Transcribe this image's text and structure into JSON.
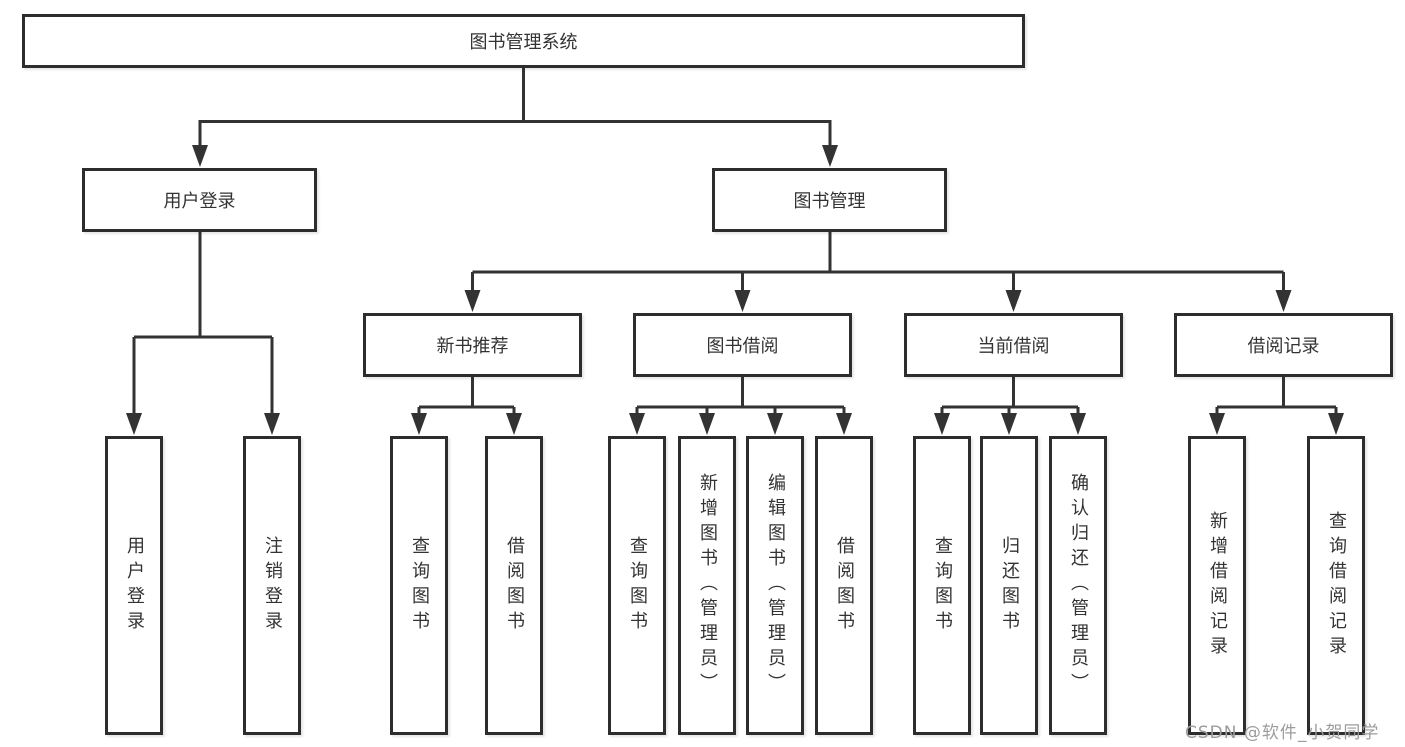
{
  "diagram": {
    "title": "图书管理系统",
    "tree": {
      "root": {
        "label": "图书管理系统",
        "children": [
          {
            "label": "用户登录",
            "children": [
              {
                "label": "用户登录"
              },
              {
                "label": "注销登录"
              }
            ]
          },
          {
            "label": "图书管理",
            "children": [
              {
                "label": "新书推荐",
                "children": [
                  {
                    "label": "查询图书"
                  },
                  {
                    "label": "借阅图书"
                  }
                ]
              },
              {
                "label": "图书借阅",
                "children": [
                  {
                    "label": "查询图书"
                  },
                  {
                    "label": "新增图书（管理员）"
                  },
                  {
                    "label": "编辑图书（管理员）"
                  },
                  {
                    "label": "借阅图书"
                  }
                ]
              },
              {
                "label": "当前借阅",
                "children": [
                  {
                    "label": "查询图书"
                  },
                  {
                    "label": "归还图书"
                  },
                  {
                    "label": "确认归还（管理员）"
                  }
                ]
              },
              {
                "label": "借阅记录",
                "children": [
                  {
                    "label": "新增借阅记录"
                  },
                  {
                    "label": "查询借阅记录"
                  }
                ]
              }
            ]
          }
        ]
      }
    }
  },
  "watermark": {
    "text": "CSDN @软件_小贺同学"
  },
  "colors": {
    "line": "#333333",
    "box_border": "#2d2d2d",
    "text": "#333333",
    "watermark": "#9c9c9c",
    "background": "#ffffff"
  }
}
